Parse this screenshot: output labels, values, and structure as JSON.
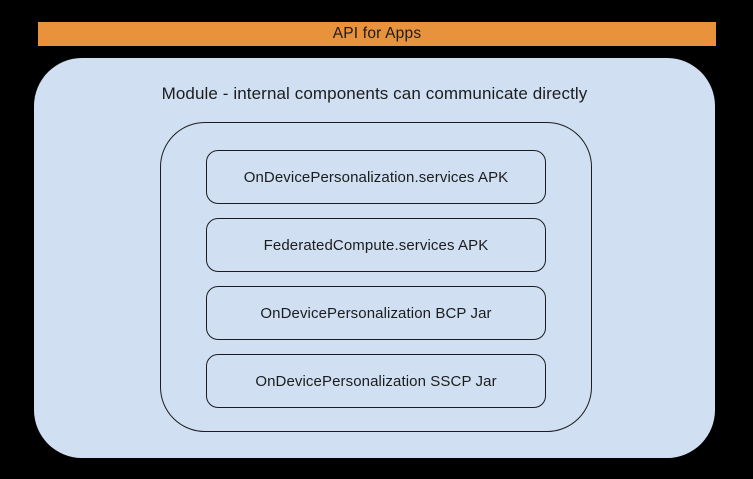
{
  "banner": {
    "label": "API for Apps",
    "bg_color": "#E8923C",
    "text_color": "#1b1c1e"
  },
  "module": {
    "title": "Module - internal components can communicate directly",
    "bg_color": "#D0E0F2",
    "border_color": "#1b1c1e",
    "components": [
      {
        "label": "OnDevicePersonalization.services APK"
      },
      {
        "label": "FederatedCompute.services APK"
      },
      {
        "label": "OnDevicePersonalization BCP Jar"
      },
      {
        "label": "OnDevicePersonalization SSCP Jar"
      }
    ]
  },
  "background_color": "#000000"
}
